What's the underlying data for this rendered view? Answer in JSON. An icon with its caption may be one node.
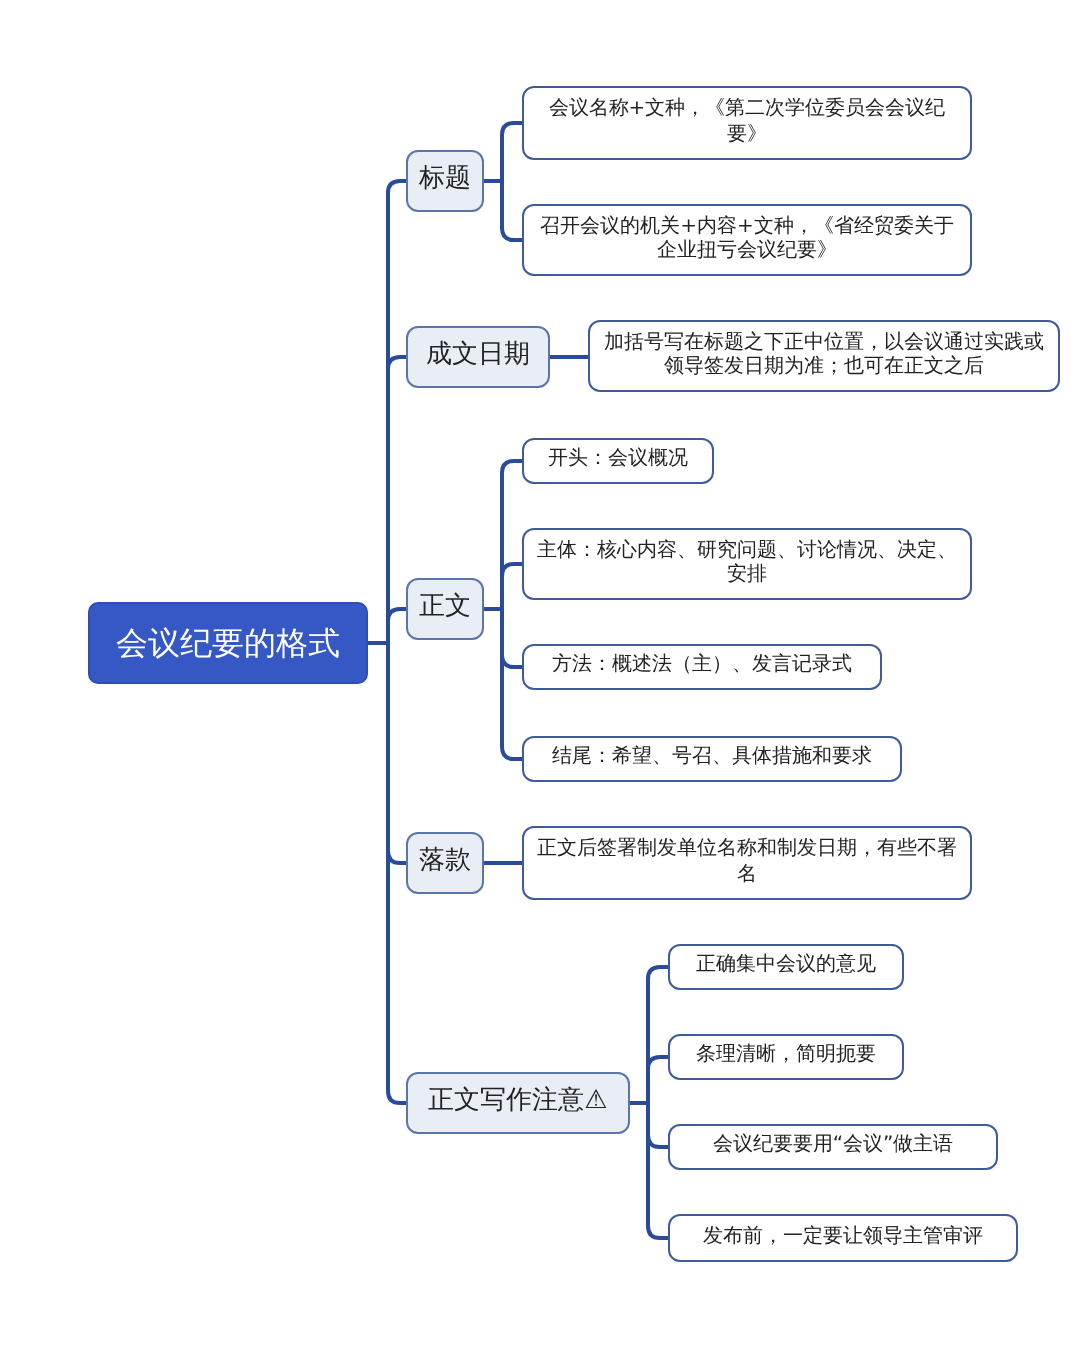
{
  "diagram": {
    "nodes": [
      {
        "text": [
          "会议纪要的格式"
        ]
      },
      {
        "text": [
          "标题"
        ]
      },
      {
        "text": [
          "会议名称+文种，《第二次学位委员会会议纪要》"
        ]
      },
      {
        "text": [
          "召开会议的机关+内容+文种，《省经贸委关于企业扭亏会议纪要》"
        ]
      },
      {
        "text": [
          "成文日期"
        ]
      },
      {
        "text": [
          "加括号写在标题之下正中位置，以会议通过实践或领导签发日期为准；也可在正文之后"
        ]
      },
      {
        "text": [
          "正文"
        ]
      },
      {
        "text": [
          "开头：会议概况"
        ]
      },
      {
        "text": [
          "主体：核心内容、研究问题、讨论情况、决定、安排"
        ]
      },
      {
        "text": [
          "方法：概述法（主）、发言记录式"
        ]
      },
      {
        "text": [
          "结尾：希望、号召、具体措施和要求"
        ]
      },
      {
        "text": [
          "落款"
        ]
      },
      {
        "text": [
          "正文后签署制发单位名称和制发日期，有些不署名"
        ]
      },
      {
        "text": [
          "正文写作注意⚠"
        ]
      },
      {
        "text": [
          "正确集中会议的意见"
        ]
      },
      {
        "text": [
          "条理清晰，简明扼要"
        ]
      },
      {
        "text": [
          "会议纪要要用“会议”做主语"
        ]
      },
      {
        "text": [
          "发布前，一定要让领导主管审评"
        ]
      }
    ],
    "edges": [
      {
        "from": 0,
        "to": 1,
        "arrow": "none"
      },
      {
        "from": 1,
        "to": 2,
        "arrow": "none"
      },
      {
        "from": 1,
        "to": 3,
        "arrow": "none"
      },
      {
        "from": 0,
        "to": 4,
        "arrow": "none"
      },
      {
        "from": 4,
        "to": 5,
        "arrow": "none"
      },
      {
        "from": 0,
        "to": 6,
        "arrow": "none"
      },
      {
        "from": 6,
        "to": 7,
        "arrow": "none"
      },
      {
        "from": 6,
        "to": 8,
        "arrow": "none"
      },
      {
        "from": 6,
        "to": 9,
        "arrow": "none"
      },
      {
        "from": 6,
        "to": 10,
        "arrow": "none"
      },
      {
        "from": 0,
        "to": 11,
        "arrow": "none"
      },
      {
        "from": 11,
        "to": 12,
        "arrow": "none"
      },
      {
        "from": 0,
        "to": 13,
        "arrow": "none"
      },
      {
        "from": 13,
        "to": 14,
        "arrow": "none"
      },
      {
        "from": 13,
        "to": 15,
        "arrow": "none"
      },
      {
        "from": 13,
        "to": 16,
        "arrow": "none"
      },
      {
        "from": 13,
        "to": 17,
        "arrow": "none"
      }
    ]
  }
}
